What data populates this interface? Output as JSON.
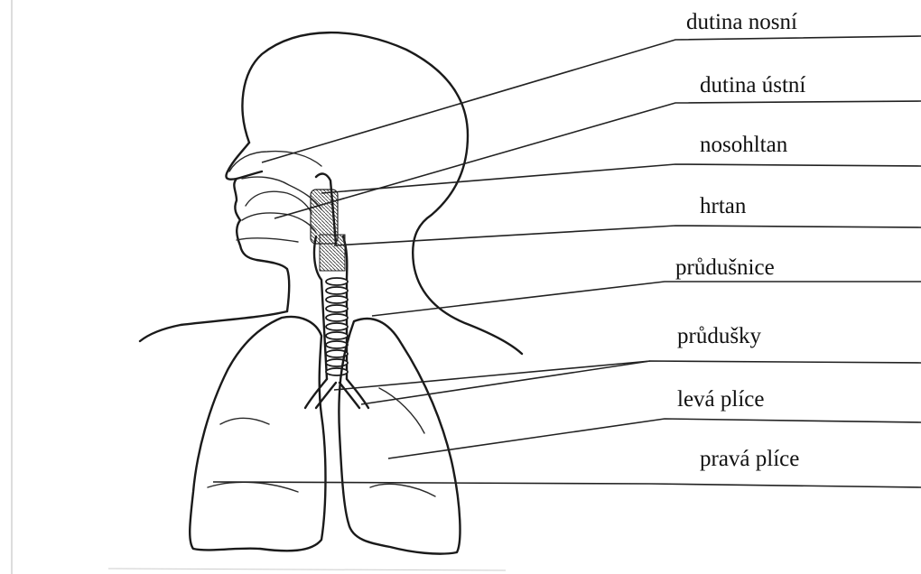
{
  "labels": [
    {
      "id": "dutina-nosni",
      "text": "dutina nosní"
    },
    {
      "id": "dutina-ustni",
      "text": "dutina ústní"
    },
    {
      "id": "nosohltan",
      "text": "nosohltan"
    },
    {
      "id": "hrtan",
      "text": "hrtan"
    },
    {
      "id": "prudusnice",
      "text": "průdušnice"
    },
    {
      "id": "prudusky",
      "text": "průdušky"
    },
    {
      "id": "leva-plice",
      "text": "levá plíce"
    },
    {
      "id": "prava-plice",
      "text": "pravá plíce"
    }
  ],
  "colors": {
    "ink": "#1a1a1a",
    "background": "#ffffff"
  }
}
